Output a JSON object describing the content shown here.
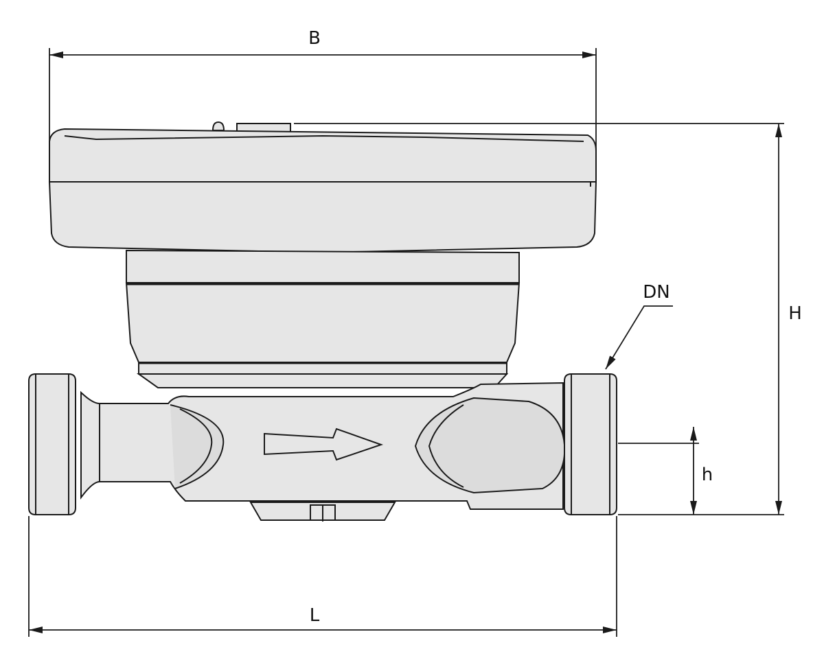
{
  "labels": {
    "width": "B",
    "height": "H",
    "length": "L",
    "axis_height": "h",
    "nominal_diameter": "DN"
  },
  "colors": {
    "body_fill": "#e6e6e6",
    "line": "#1a1a1a",
    "background": "#ffffff"
  },
  "icons": {
    "flow_direction": "arrow-right-icon"
  }
}
